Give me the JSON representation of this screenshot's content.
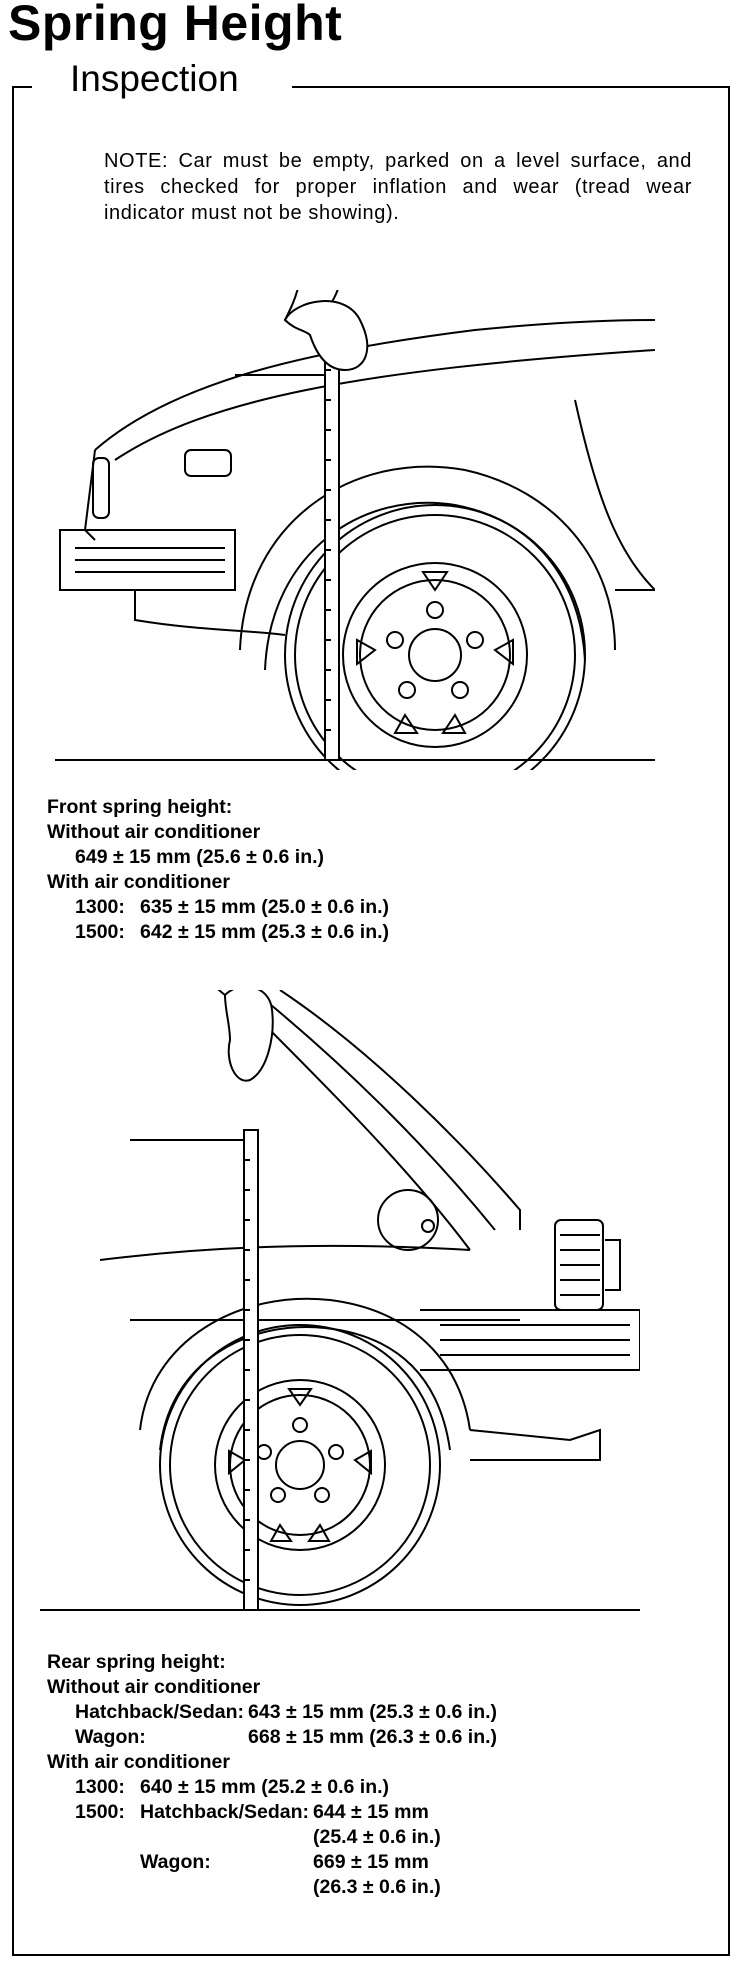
{
  "title": "Spring Height",
  "section": "Inspection",
  "note": "NOTE: Car must be empty, parked on a level surface, and tires checked for proper inflation and wear (tread wear indicator must not be showing).",
  "front": {
    "heading": "Front spring height:",
    "without_ac": "Without air conditioner",
    "without_ac_value": "649 ± 15 mm (25.6 ± 0.6 in.)",
    "with_ac": "With air conditioner",
    "rows": [
      {
        "model": "1300:",
        "value": "635 ± 15 mm (25.0 ± 0.6 in.)"
      },
      {
        "model": "1500:",
        "value": "642 ± 15 mm (25.3 ± 0.6 in.)"
      }
    ]
  },
  "rear": {
    "heading": "Rear spring height:",
    "without_ac": "Without air conditioner",
    "without_rows": [
      {
        "model": "Hatchback/Sedan:",
        "value": "643 ± 15 mm (25.3 ± 0.6 in.)"
      },
      {
        "model": "Wagon:",
        "value": "668 ± 15 mm (26.3 ± 0.6 in.)"
      }
    ],
    "with_ac": "With air conditioner",
    "r1300": {
      "model": "1300:",
      "value": "640 ± 15 mm (25.2 ± 0.6 in.)"
    },
    "r1500": {
      "model": "1500:",
      "hatch_label": "Hatchback/Sedan:",
      "hatch_mm": "644 ± 15 mm",
      "hatch_in": "(25.4 ± 0.6 in.)",
      "wagon_label": "Wagon:",
      "wagon_mm": "669 ± 15 mm",
      "wagon_in": "(26.3 ± 0.6 in.)"
    }
  }
}
